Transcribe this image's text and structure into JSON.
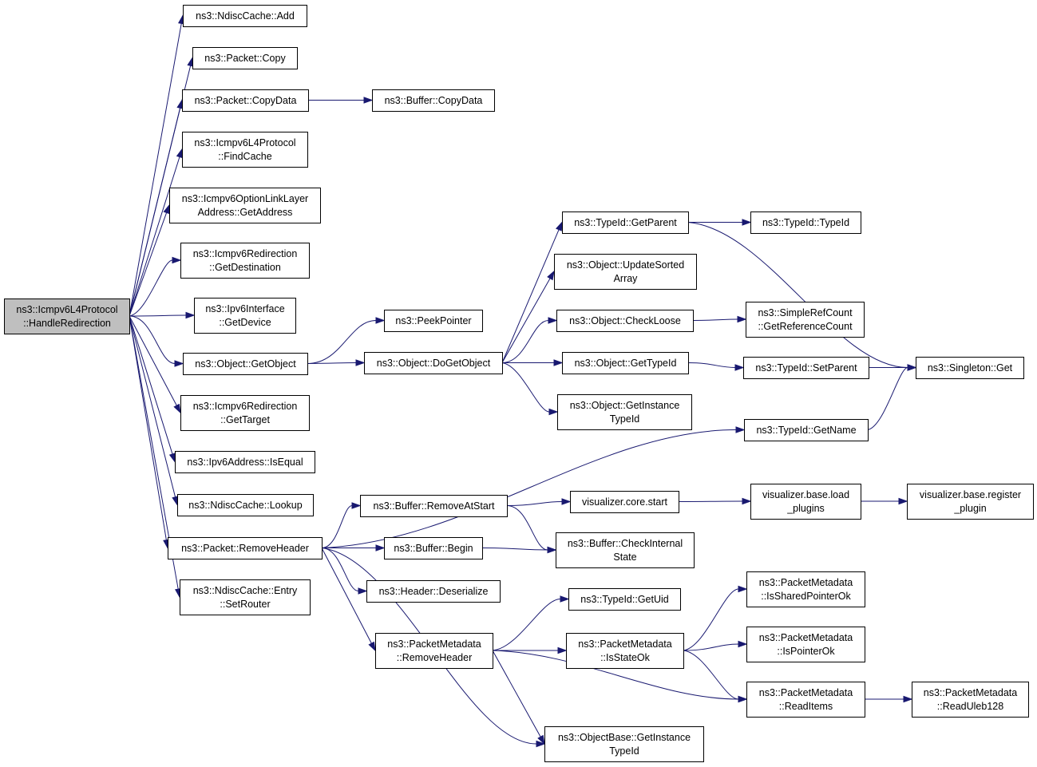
{
  "graph": {
    "nodes": [
      {
        "id": "root",
        "lines": [
          "ns3::Icmpv6L4Protocol",
          "::HandleRedirection"
        ],
        "root": true
      },
      {
        "id": "ndisc_add",
        "lines": [
          "ns3::NdiscCache::Add"
        ]
      },
      {
        "id": "pkt_copy",
        "lines": [
          "ns3::Packet::Copy"
        ]
      },
      {
        "id": "pkt_copydata",
        "lines": [
          "ns3::Packet::CopyData"
        ]
      },
      {
        "id": "buf_copydata",
        "lines": [
          "ns3::Buffer::CopyData"
        ]
      },
      {
        "id": "findcache",
        "lines": [
          "ns3::Icmpv6L4Protocol",
          "::FindCache"
        ]
      },
      {
        "id": "optlink_getaddr",
        "lines": [
          "ns3::Icmpv6OptionLinkLayer",
          "Address::GetAddress"
        ]
      },
      {
        "id": "redir_getdest",
        "lines": [
          "ns3::Icmpv6Redirection",
          "::GetDestination"
        ]
      },
      {
        "id": "ipv6if_getdev",
        "lines": [
          "ns3::Ipv6Interface",
          "::GetDevice"
        ]
      },
      {
        "id": "obj_getobject",
        "lines": [
          "ns3::Object::GetObject"
        ]
      },
      {
        "id": "redir_gettarget",
        "lines": [
          "ns3::Icmpv6Redirection",
          "::GetTarget"
        ]
      },
      {
        "id": "ipv6addr_isequal",
        "lines": [
          "ns3::Ipv6Address::IsEqual"
        ]
      },
      {
        "id": "ndisc_lookup",
        "lines": [
          "ns3::NdiscCache::Lookup"
        ]
      },
      {
        "id": "pkt_removeheader",
        "lines": [
          "ns3::Packet::RemoveHeader"
        ]
      },
      {
        "id": "ndisc_setrouter",
        "lines": [
          "ns3::NdiscCache::Entry",
          "::SetRouter"
        ]
      },
      {
        "id": "peekpointer",
        "lines": [
          "ns3::PeekPointer"
        ]
      },
      {
        "id": "obj_dogetobject",
        "lines": [
          "ns3::Object::DoGetObject"
        ]
      },
      {
        "id": "typeid_getparent",
        "lines": [
          "ns3::TypeId::GetParent"
        ]
      },
      {
        "id": "typeid_typeid",
        "lines": [
          "ns3::TypeId::TypeId"
        ]
      },
      {
        "id": "obj_updatesorted",
        "lines": [
          "ns3::Object::UpdateSorted",
          "Array"
        ]
      },
      {
        "id": "obj_checkloose",
        "lines": [
          "ns3::Object::CheckLoose"
        ]
      },
      {
        "id": "simplerc_getref",
        "lines": [
          "ns3::SimpleRefCount",
          "::GetReferenceCount"
        ]
      },
      {
        "id": "obj_gettypeid",
        "lines": [
          "ns3::Object::GetTypeId"
        ]
      },
      {
        "id": "typeid_setparent",
        "lines": [
          "ns3::TypeId::SetParent"
        ]
      },
      {
        "id": "singleton_get",
        "lines": [
          "ns3::Singleton::Get"
        ]
      },
      {
        "id": "obj_getinstance",
        "lines": [
          "ns3::Object::GetInstance",
          "TypeId"
        ]
      },
      {
        "id": "typeid_getname",
        "lines": [
          "ns3::TypeId::GetName"
        ]
      },
      {
        "id": "buf_removeatstart",
        "lines": [
          "ns3::Buffer::RemoveAtStart"
        ]
      },
      {
        "id": "viz_core_start",
        "lines": [
          "visualizer.core.start"
        ]
      },
      {
        "id": "viz_base_load",
        "lines": [
          "visualizer.base.load",
          "_plugins"
        ]
      },
      {
        "id": "viz_base_register",
        "lines": [
          "visualizer.base.register",
          "_plugin"
        ]
      },
      {
        "id": "buf_begin",
        "lines": [
          "ns3::Buffer::Begin"
        ]
      },
      {
        "id": "buf_checkinternal",
        "lines": [
          "ns3::Buffer::CheckInternal",
          "State"
        ]
      },
      {
        "id": "hdr_deserialize",
        "lines": [
          "ns3::Header::Deserialize"
        ]
      },
      {
        "id": "typeid_getuid",
        "lines": [
          "ns3::TypeId::GetUid"
        ]
      },
      {
        "id": "pm_removeheader",
        "lines": [
          "ns3::PacketMetadata",
          "::RemoveHeader"
        ]
      },
      {
        "id": "pm_isstateok",
        "lines": [
          "ns3::PacketMetadata",
          "::IsStateOk"
        ]
      },
      {
        "id": "pm_issharedpointerok",
        "lines": [
          "ns3::PacketMetadata",
          "::IsSharedPointerOk"
        ]
      },
      {
        "id": "pm_ispointerok",
        "lines": [
          "ns3::PacketMetadata",
          "::IsPointerOk"
        ]
      },
      {
        "id": "pm_readitems",
        "lines": [
          "ns3::PacketMetadata",
          "::ReadItems"
        ]
      },
      {
        "id": "pm_readuleb",
        "lines": [
          "ns3::PacketMetadata",
          "::ReadUleb128"
        ]
      },
      {
        "id": "objbase_getinstance",
        "lines": [
          "ns3::ObjectBase::GetInstance",
          "TypeId"
        ]
      }
    ],
    "edges": [
      [
        "root",
        "ndisc_add"
      ],
      [
        "root",
        "pkt_copy"
      ],
      [
        "root",
        "pkt_copydata"
      ],
      [
        "root",
        "findcache"
      ],
      [
        "root",
        "optlink_getaddr"
      ],
      [
        "root",
        "redir_getdest"
      ],
      [
        "root",
        "ipv6if_getdev"
      ],
      [
        "root",
        "obj_getobject"
      ],
      [
        "root",
        "redir_gettarget"
      ],
      [
        "root",
        "ipv6addr_isequal"
      ],
      [
        "root",
        "ndisc_lookup"
      ],
      [
        "root",
        "pkt_removeheader"
      ],
      [
        "root",
        "ndisc_setrouter"
      ],
      [
        "pkt_copydata",
        "buf_copydata"
      ],
      [
        "obj_getobject",
        "peekpointer"
      ],
      [
        "obj_getobject",
        "obj_dogetobject"
      ],
      [
        "obj_dogetobject",
        "typeid_getparent"
      ],
      [
        "obj_dogetobject",
        "obj_updatesorted"
      ],
      [
        "obj_dogetobject",
        "obj_checkloose"
      ],
      [
        "obj_dogetobject",
        "obj_gettypeid"
      ],
      [
        "obj_dogetobject",
        "obj_getinstance"
      ],
      [
        "typeid_getparent",
        "typeid_typeid"
      ],
      [
        "typeid_getparent",
        "singleton_get"
      ],
      [
        "obj_checkloose",
        "simplerc_getref"
      ],
      [
        "obj_gettypeid",
        "typeid_setparent"
      ],
      [
        "typeid_setparent",
        "singleton_get"
      ],
      [
        "typeid_getname",
        "singleton_get"
      ],
      [
        "pkt_removeheader",
        "typeid_getname"
      ],
      [
        "pkt_removeheader",
        "buf_removeatstart"
      ],
      [
        "pkt_removeheader",
        "buf_begin"
      ],
      [
        "pkt_removeheader",
        "hdr_deserialize"
      ],
      [
        "pkt_removeheader",
        "pm_removeheader"
      ],
      [
        "pkt_removeheader",
        "objbase_getinstance"
      ],
      [
        "buf_removeatstart",
        "viz_core_start"
      ],
      [
        "buf_removeatstart",
        "buf_checkinternal"
      ],
      [
        "viz_core_start",
        "viz_base_load"
      ],
      [
        "viz_base_load",
        "viz_base_register"
      ],
      [
        "buf_begin",
        "buf_checkinternal"
      ],
      [
        "pm_removeheader",
        "typeid_getuid"
      ],
      [
        "pm_removeheader",
        "pm_isstateok"
      ],
      [
        "pm_removeheader",
        "pm_readitems"
      ],
      [
        "pm_removeheader",
        "objbase_getinstance"
      ],
      [
        "pm_isstateok",
        "pm_issharedpointerok"
      ],
      [
        "pm_isstateok",
        "pm_ispointerok"
      ],
      [
        "pm_isstateok",
        "pm_readitems"
      ],
      [
        "pm_readitems",
        "pm_readuleb"
      ]
    ]
  }
}
